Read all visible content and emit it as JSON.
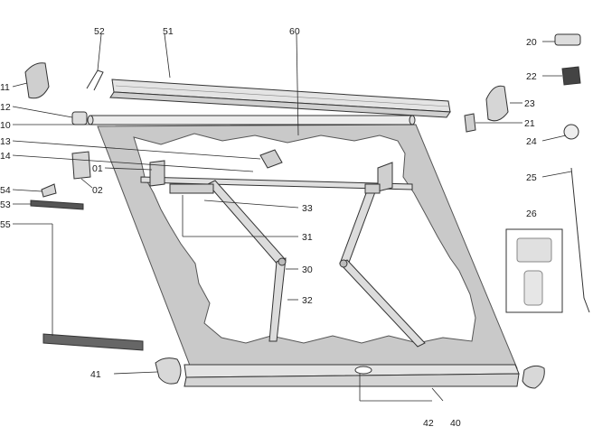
{
  "diagram": {
    "labels": {
      "p01": "01",
      "p02": "02",
      "p10": "10",
      "p11": "11",
      "p12": "12",
      "p13": "13",
      "p14": "14",
      "p20": "20",
      "p21": "21",
      "p22": "22",
      "p23": "23",
      "p24": "24",
      "p25": "25",
      "p26": "26",
      "p30": "30",
      "p31": "31",
      "p32": "32",
      "p33": "33",
      "p40": "40",
      "p41": "41",
      "p42": "42",
      "p51": "51",
      "p52": "52",
      "p53": "53",
      "p54": "54",
      "p55": "55",
      "p60": "60"
    },
    "colors": {
      "fabric": "#c9c9c9",
      "profile": "#e4e4e4",
      "outline": "#333333",
      "background": "#ffffff"
    }
  }
}
